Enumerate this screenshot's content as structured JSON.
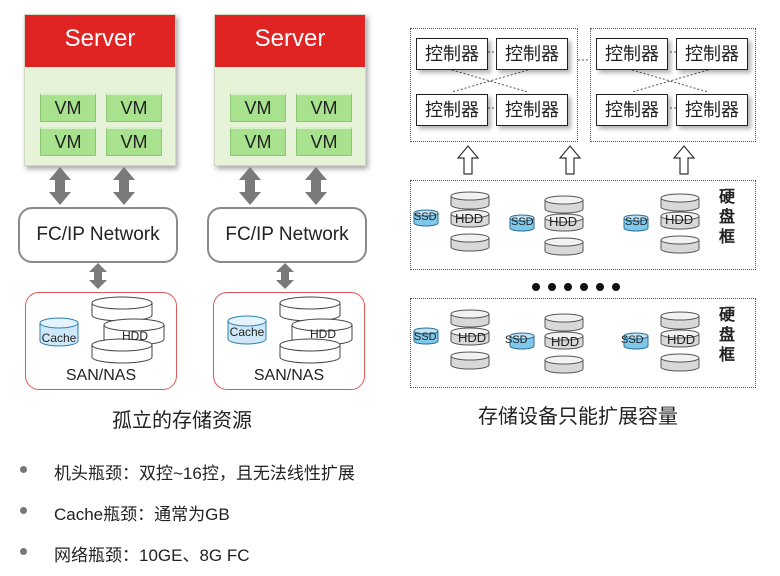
{
  "left": {
    "server_label": "Server",
    "vm_label": "VM",
    "network_label": "FC/IP Network",
    "cache_label": "Cache",
    "hdd_label": "HDD",
    "san_label": "SAN/NAS",
    "caption": "孤立的存储资源"
  },
  "right": {
    "controller_label": "控制器",
    "ssd_label": "SSD",
    "hdd_label": "HDD",
    "enclosure_label": "硬盘框",
    "caption": "存储设备只能扩展容量"
  },
  "bullets": [
    "机头瓶颈：双控~16控，且无法线性扩展",
    "Cache瓶颈：通常为GB",
    "网络瓶颈：10GE、8G FC"
  ],
  "colors": {
    "server_header": "#e02424",
    "server_body": "#e6f3d8",
    "vm": "#a8e28e",
    "ssd": "#7ec8ea",
    "hdd": "#d8d8d8",
    "san_border": "#e05656",
    "arrow": "#7a7a7a"
  }
}
